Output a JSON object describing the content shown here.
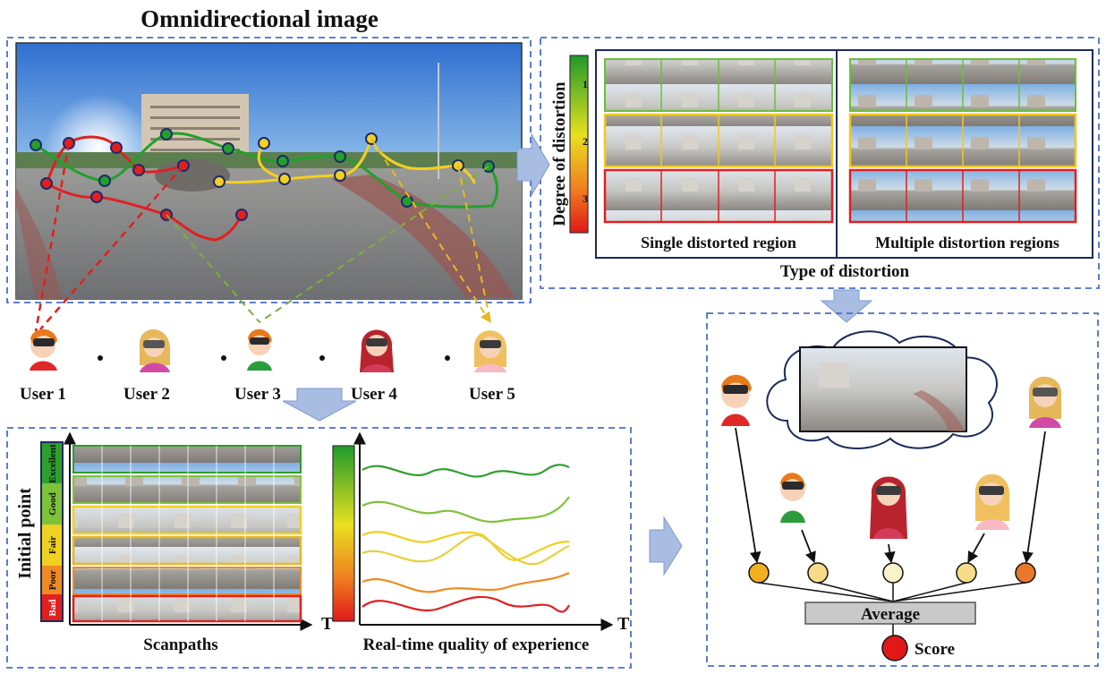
{
  "title": "Omnidirectional image",
  "panel_distortion": {
    "y_axis_label": "Degree of distortion",
    "levels": [
      "1",
      "2",
      "3"
    ],
    "single_label": "Single distorted region",
    "multiple_label": "Multiple distortion regions",
    "type_label": "Type of distortion"
  },
  "users": [
    "User 1",
    "User 2",
    "User 3",
    "User 4",
    "User 5"
  ],
  "panel_scanpath": {
    "y_axis_label": "Initial point",
    "quality_levels": [
      "Excellent",
      "Good",
      "Fair",
      "Poor",
      "Bad"
    ],
    "x_axis_label": "T",
    "scanpaths_label": "Scanpaths",
    "realtime_label": "Real-time quality of experience"
  },
  "panel_score": {
    "average_label": "Average",
    "score_label": "Score"
  },
  "colors": {
    "dashed_border": "#4a6fc8",
    "arrow_fill": "#a9bde3",
    "excellent": "#2e9e2e",
    "good": "#7ec23a",
    "fair": "#f0d020",
    "poor": "#f08a24",
    "bad": "#e02020"
  }
}
